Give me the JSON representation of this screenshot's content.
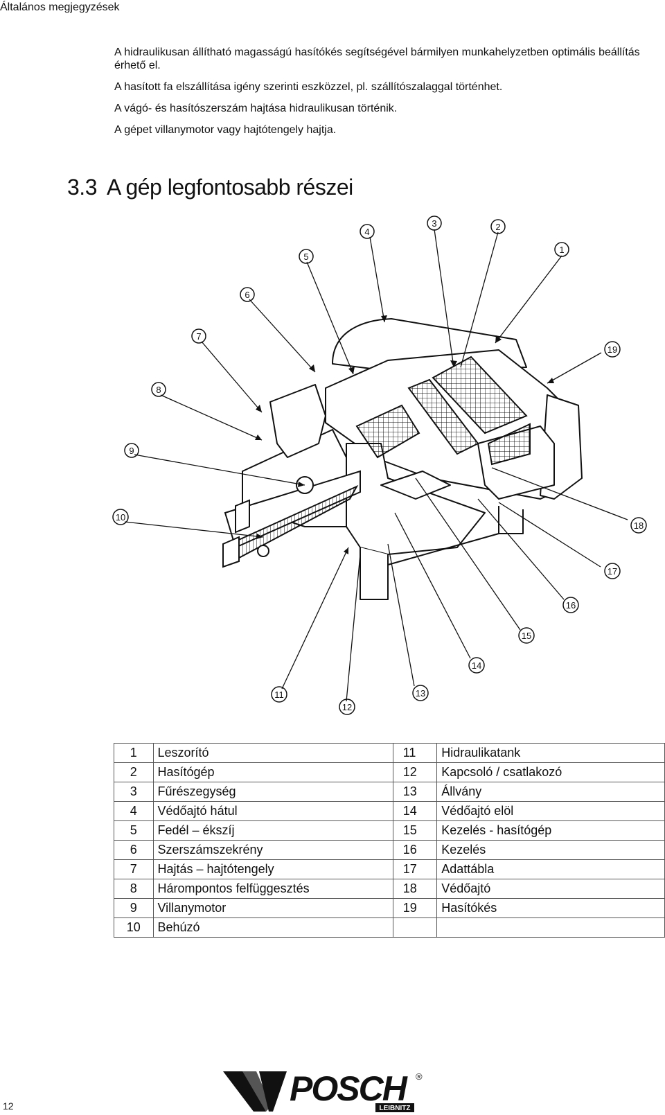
{
  "header": {
    "title": "Általános megjegyzések"
  },
  "intro": [
    "A hidraulikusan állítható magasságú hasítókés segítségével bármilyen munkahelyzetben optimális beállítás érhető el.",
    "A hasított fa elszállítása igény szerinti eszközzel, pl. szállítószalaggal történhet.",
    "A vágó- és hasítószerszám hajtása hidraulikusan történik.",
    "A gépet villanymotor vagy hajtótengely hajtja."
  ],
  "section": {
    "number": "3.3",
    "title": "A gép legfontosabb részei"
  },
  "callouts": [
    "1",
    "2",
    "3",
    "4",
    "5",
    "6",
    "7",
    "8",
    "9",
    "10",
    "11",
    "12",
    "13",
    "14",
    "15",
    "16",
    "17",
    "18",
    "19"
  ],
  "parts_table": {
    "rows": [
      {
        "n1": "1",
        "l1": "Leszorító",
        "n2": "11",
        "l2": "Hidraulikatank"
      },
      {
        "n1": "2",
        "l1": "Hasítógép",
        "n2": "12",
        "l2": "Kapcsoló / csatlakozó"
      },
      {
        "n1": "3",
        "l1": "Fűrészegység",
        "n2": "13",
        "l2": "Állvány"
      },
      {
        "n1": "4",
        "l1": "Védőajtó hátul",
        "n2": "14",
        "l2": "Védőajtó elöl"
      },
      {
        "n1": "5",
        "l1": "Fedél – ékszíj",
        "n2": "15",
        "l2": "Kezelés - hasítógép"
      },
      {
        "n1": "6",
        "l1": "Szerszámszekrény",
        "n2": "16",
        "l2": "Kezelés"
      },
      {
        "n1": "7",
        "l1": "Hajtás – hajtótengely",
        "n2": "17",
        "l2": "Adattábla"
      },
      {
        "n1": "8",
        "l1": "Hárompontos felfüggesztés",
        "n2": "18",
        "l2": "Védőajtó"
      },
      {
        "n1": "9",
        "l1": "Villanymotor",
        "n2": "19",
        "l2": "Hasítókés"
      },
      {
        "n1": "10",
        "l1": "Behúzó",
        "n2": "",
        "l2": ""
      }
    ]
  },
  "footer": {
    "page_number": "12",
    "logo_text": "POSCH",
    "logo_sub": "LEIBNITZ",
    "logo_reg": "®"
  }
}
